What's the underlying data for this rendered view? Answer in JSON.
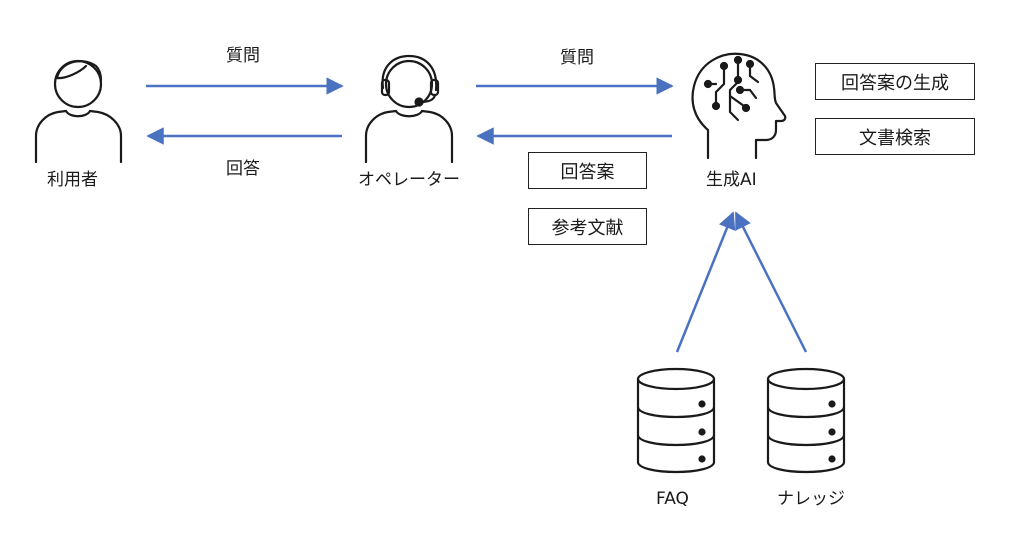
{
  "actors": {
    "user": "利用者",
    "operator": "オペレーター",
    "ai": "生成AI"
  },
  "arrows": {
    "user_to_operator": "質問",
    "operator_to_user": "回答",
    "operator_to_ai": "質問"
  },
  "outputs": {
    "answer_draft": "回答案",
    "references": "参考文献"
  },
  "ai_functions": {
    "generate": "回答案の生成",
    "search": "文書検索"
  },
  "sources": {
    "faq": "FAQ",
    "knowledge": "ナレッジ"
  },
  "colors": {
    "arrow": "#4a72c1",
    "stroke": "#1a1a1a"
  }
}
